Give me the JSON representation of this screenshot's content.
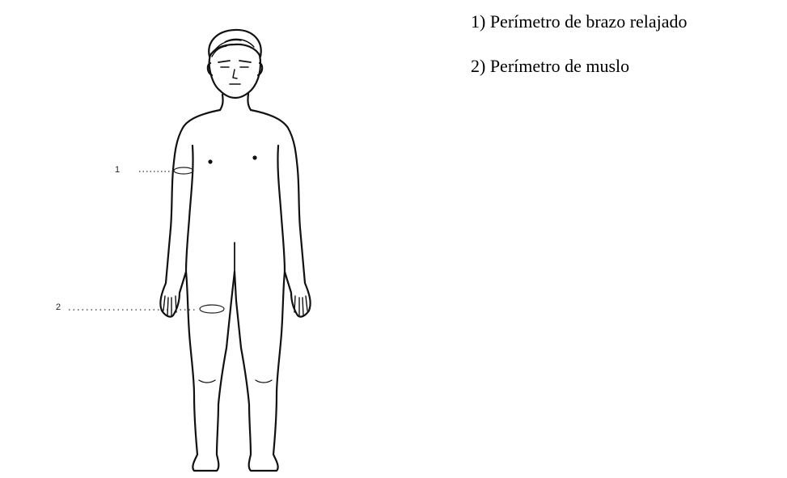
{
  "markers": [
    {
      "number": "1"
    },
    {
      "number": "2"
    }
  ],
  "legend": [
    {
      "number": "1",
      "text": "1) Perímetro de brazo relajado"
    },
    {
      "number": "2",
      "text": "2) Perímetro de muslo"
    }
  ],
  "colors": {
    "line": "#111111",
    "background": "#ffffff"
  }
}
